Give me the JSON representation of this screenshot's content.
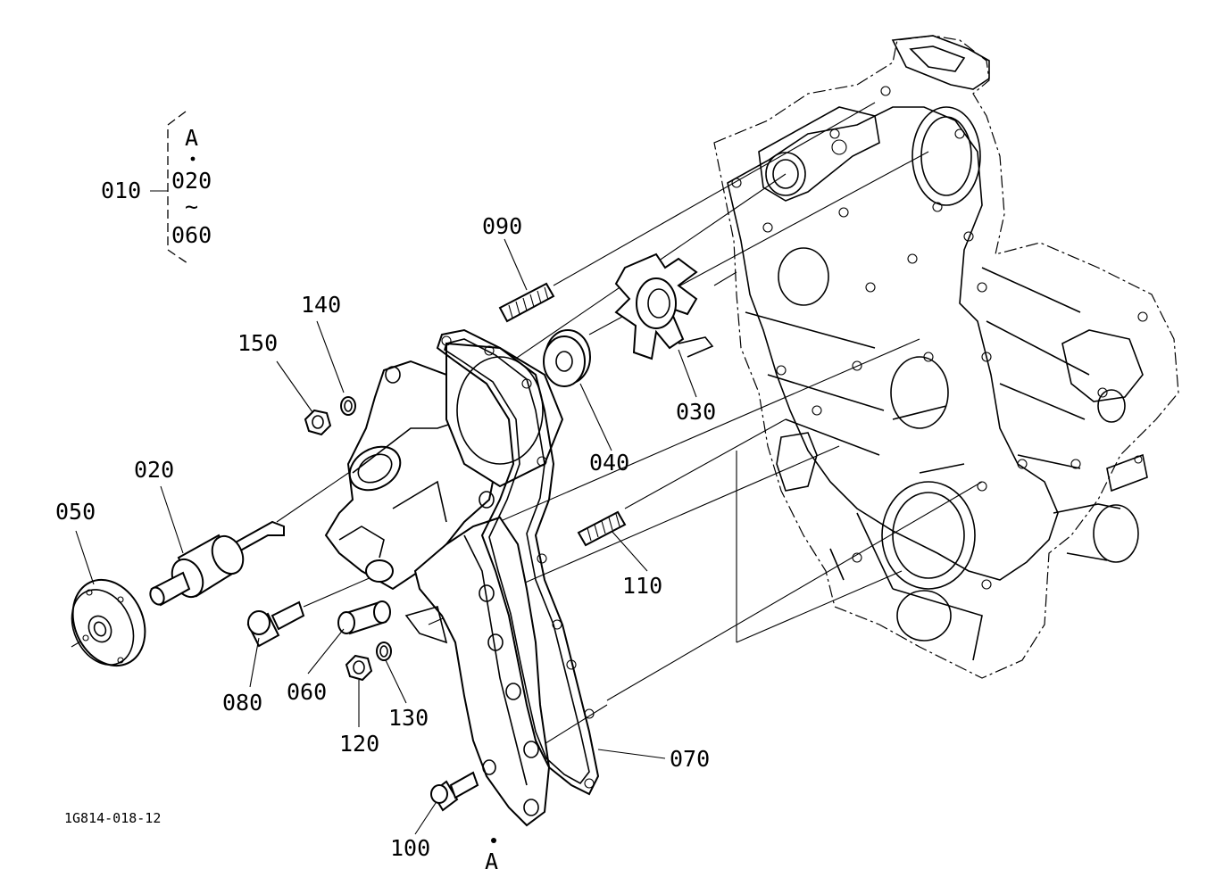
{
  "drawing_number": "1G814-018-12",
  "assembly_group": {
    "parent": "010",
    "ref_marker": "A",
    "range_from": "020",
    "range_sep": "~",
    "range_to": "060"
  },
  "callouts": {
    "p020": "020",
    "p030": "030",
    "p040": "040",
    "p050": "050",
    "p060": "060",
    "p070": "070",
    "p080": "080",
    "p090": "090",
    "p100": "100",
    "p110": "110",
    "p120": "120",
    "p130": "130",
    "p140": "140",
    "p150": "150"
  },
  "ref_point_label": "A"
}
